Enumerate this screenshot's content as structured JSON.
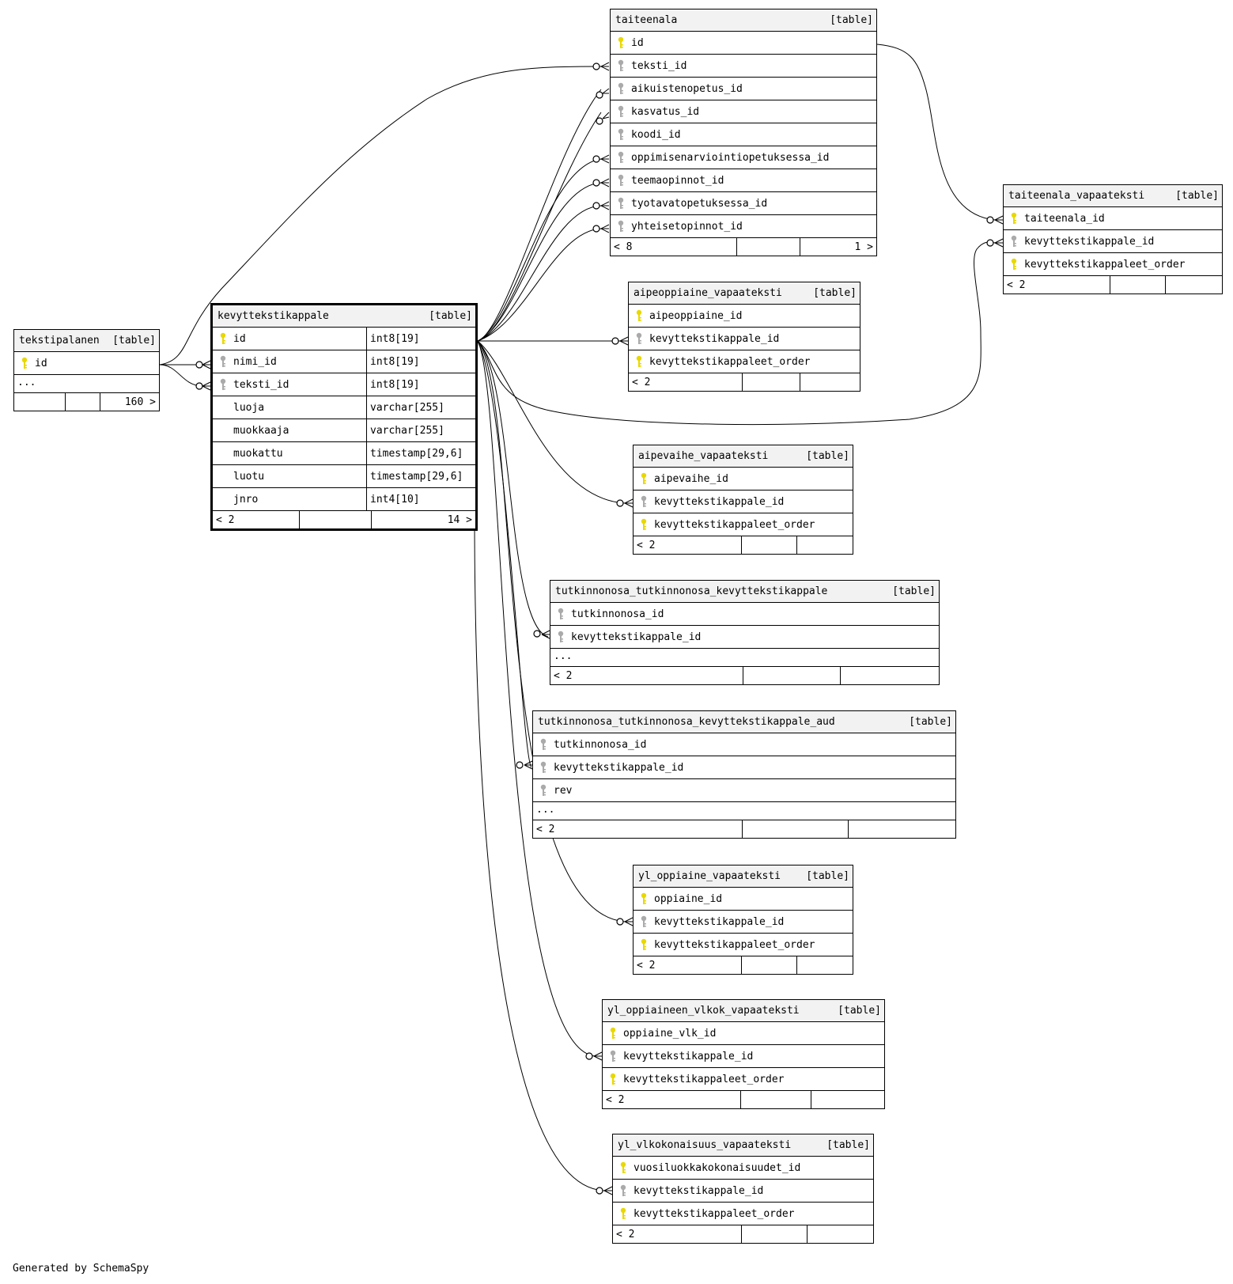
{
  "colors": {
    "primary_key": "#e8d800",
    "foreign_key": "#aaaaaa",
    "header_bg": "#f2f2f2"
  },
  "footer": "Generated by SchemaSpy",
  "tables": {
    "taiteenala": {
      "name": "taiteenala",
      "kind": "[table]",
      "rows": [
        {
          "name": "id",
          "key": "primary-key-icon"
        },
        {
          "name": "teksti_id",
          "key": "foreign-key-icon"
        },
        {
          "name": "aikuistenopetus_id",
          "key": "foreign-key-icon"
        },
        {
          "name": "kasvatus_id",
          "key": "foreign-key-icon"
        },
        {
          "name": "koodi_id",
          "key": "foreign-key-icon"
        },
        {
          "name": "oppimisenarviointiopetuksessa_id",
          "key": "foreign-key-icon"
        },
        {
          "name": "teemaopinnot_id",
          "key": "foreign-key-icon"
        },
        {
          "name": "tyotavatopetuksessa_id",
          "key": "foreign-key-icon"
        },
        {
          "name": "yhteisetopinnot_id",
          "key": "foreign-key-icon"
        }
      ],
      "footer": [
        "< 8",
        "",
        "1 >"
      ]
    },
    "taiteenala_vapaateksti": {
      "name": "taiteenala_vapaateksti",
      "kind": "[table]",
      "rows": [
        {
          "name": "taiteenala_id",
          "key": "primary-key-icon"
        },
        {
          "name": "kevyttekstikappale_id",
          "key": "foreign-key-icon"
        },
        {
          "name": "kevyttekstikappaleet_order",
          "key": "primary-key-icon"
        }
      ],
      "footer": [
        "< 2",
        "",
        ""
      ]
    },
    "tekstipalanen": {
      "name": "tekstipalanen",
      "kind": "[table]",
      "rows": [
        {
          "name": "id",
          "key": "primary-key-icon"
        }
      ],
      "dots": "...",
      "footer": [
        "",
        "",
        "160 >"
      ]
    },
    "kevyttekstikappale": {
      "name": "kevyttekstikappale",
      "kind": "[table]",
      "rows": [
        {
          "name": "id",
          "key": "primary-key-icon",
          "type": "int8[19]"
        },
        {
          "name": "nimi_id",
          "key": "foreign-key-icon",
          "type": "int8[19]"
        },
        {
          "name": "teksti_id",
          "key": "foreign-key-icon",
          "type": "int8[19]"
        },
        {
          "name": "luoja",
          "key": "",
          "type": "varchar[255]"
        },
        {
          "name": "muokkaaja",
          "key": "",
          "type": "varchar[255]"
        },
        {
          "name": "muokattu",
          "key": "",
          "type": "timestamp[29,6]"
        },
        {
          "name": "luotu",
          "key": "",
          "type": "timestamp[29,6]"
        },
        {
          "name": "jnro",
          "key": "",
          "type": "int4[10]"
        }
      ],
      "footer": [
        "< 2",
        "",
        "14 >"
      ]
    },
    "aipeoppiaine_vapaateksti": {
      "name": "aipeoppiaine_vapaateksti",
      "kind": "[table]",
      "rows": [
        {
          "name": "aipeoppiaine_id",
          "key": "primary-key-icon"
        },
        {
          "name": "kevyttekstikappale_id",
          "key": "foreign-key-icon"
        },
        {
          "name": "kevyttekstikappaleet_order",
          "key": "primary-key-icon"
        }
      ],
      "footer": [
        "< 2",
        "",
        ""
      ]
    },
    "aipevaihe_vapaateksti": {
      "name": "aipevaihe_vapaateksti",
      "kind": "[table]",
      "rows": [
        {
          "name": "aipevaihe_id",
          "key": "primary-key-icon"
        },
        {
          "name": "kevyttekstikappale_id",
          "key": "foreign-key-icon"
        },
        {
          "name": "kevyttekstikappaleet_order",
          "key": "primary-key-icon"
        }
      ],
      "footer": [
        "< 2",
        "",
        ""
      ]
    },
    "tutkinnonosa_kevyttekstikappale": {
      "name": "tutkinnonosa_tutkinnonosa_kevyttekstikappale",
      "kind": "[table]",
      "rows": [
        {
          "name": "tutkinnonosa_id",
          "key": "foreign-key-icon"
        },
        {
          "name": "kevyttekstikappale_id",
          "key": "foreign-key-icon"
        }
      ],
      "dots": "...",
      "footer": [
        "< 2",
        "",
        ""
      ]
    },
    "tutkinnonosa_kevyttekstikappale_aud": {
      "name": "tutkinnonosa_tutkinnonosa_kevyttekstikappale_aud",
      "kind": "[table]",
      "rows": [
        {
          "name": "tutkinnonosa_id",
          "key": "foreign-key-icon"
        },
        {
          "name": "kevyttekstikappale_id",
          "key": "foreign-key-icon"
        },
        {
          "name": "rev",
          "key": "foreign-key-icon"
        }
      ],
      "dots": "...",
      "footer": [
        "< 2",
        "",
        ""
      ]
    },
    "yl_oppiaine_vapaateksti": {
      "name": "yl_oppiaine_vapaateksti",
      "kind": "[table]",
      "rows": [
        {
          "name": "oppiaine_id",
          "key": "primary-key-icon"
        },
        {
          "name": "kevyttekstikappale_id",
          "key": "foreign-key-icon"
        },
        {
          "name": "kevyttekstikappaleet_order",
          "key": "primary-key-icon"
        }
      ],
      "footer": [
        "< 2",
        "",
        ""
      ]
    },
    "yl_oppiaineen_vlkok_vapaateksti": {
      "name": "yl_oppiaineen_vlkok_vapaateksti",
      "kind": "[table]",
      "rows": [
        {
          "name": "oppiaine_vlk_id",
          "key": "primary-key-icon"
        },
        {
          "name": "kevyttekstikappale_id",
          "key": "foreign-key-icon"
        },
        {
          "name": "kevyttekstikappaleet_order",
          "key": "primary-key-icon"
        }
      ],
      "footer": [
        "< 2",
        "",
        ""
      ]
    },
    "yl_vlkokonaisuus_vapaateksti": {
      "name": "yl_vlkokonaisuus_vapaateksti",
      "kind": "[table]",
      "rows": [
        {
          "name": "vuosiluokkakokonaisuudet_id",
          "key": "primary-key-icon"
        },
        {
          "name": "kevyttekstikappale_id",
          "key": "foreign-key-icon"
        },
        {
          "name": "kevyttekstikappaleet_order",
          "key": "primary-key-icon"
        }
      ],
      "footer": [
        "< 2",
        "",
        ""
      ]
    }
  }
}
